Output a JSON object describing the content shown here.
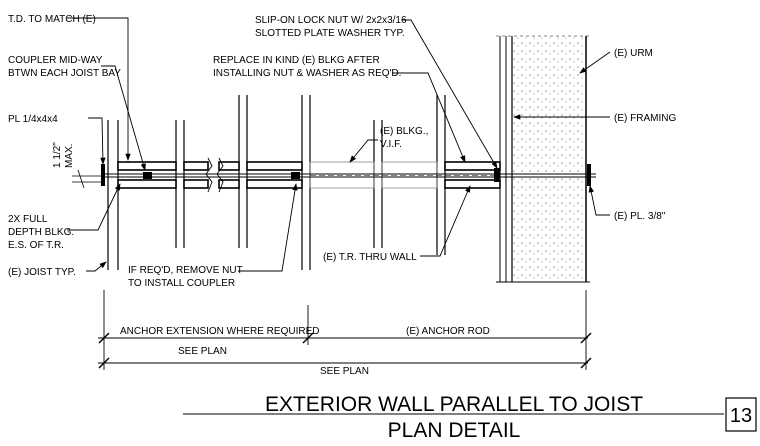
{
  "notes": {
    "td_to_match": "T.D. TO MATCH (E)",
    "coupler_1": "COUPLER  MID-WAY",
    "coupler_2": "BTWN  EACH JOIST BAY",
    "plate": "PL 1/4x4x4",
    "max_dim_1": "1 1/2\"",
    "max_dim_2": "MAX.",
    "full_blkg_1": "2X FULL",
    "full_blkg_2": "DEPTH BLKG.",
    "full_blkg_3": "E.S. OF T.R.",
    "joist": "(E) JOIST TYP.",
    "slip_on_1": "SLIP-ON LOCK NUT W/ 2x2x3/16",
    "slip_on_2": "SLOTTED PLATE WASHER TYP.",
    "replace_1": "REPLACE IN KIND (E) BLKG AFTER",
    "replace_2": "INSTALLING NUT & WASHER AS REQ'D.",
    "blkg_vif_1": "(E) BLKG.,",
    "blkg_vif_2": "V.I.F.",
    "urm": "(E) URM",
    "framing": "(E) FRAMING",
    "pl_38": "(E) PL. 3/8\"",
    "tr_thru_wall": "(E) T.R. THRU WALL",
    "remove_nut_1": "IF REQ'D, REMOVE NUT",
    "remove_nut_2": "TO INSTALL COUPLER"
  },
  "dimensions": {
    "anchor_extension": "ANCHOR EXTENSION WHERE REQUIRED",
    "anchor_rod": "(E) ANCHOR ROD",
    "see_plan_1": "SEE PLAN",
    "see_plan_2": "SEE PLAN"
  },
  "title_block": {
    "line1": "EXTERIOR WALL PARALLEL TO JOIST",
    "line2": "PLAN DETAIL",
    "detail_number": "13"
  }
}
